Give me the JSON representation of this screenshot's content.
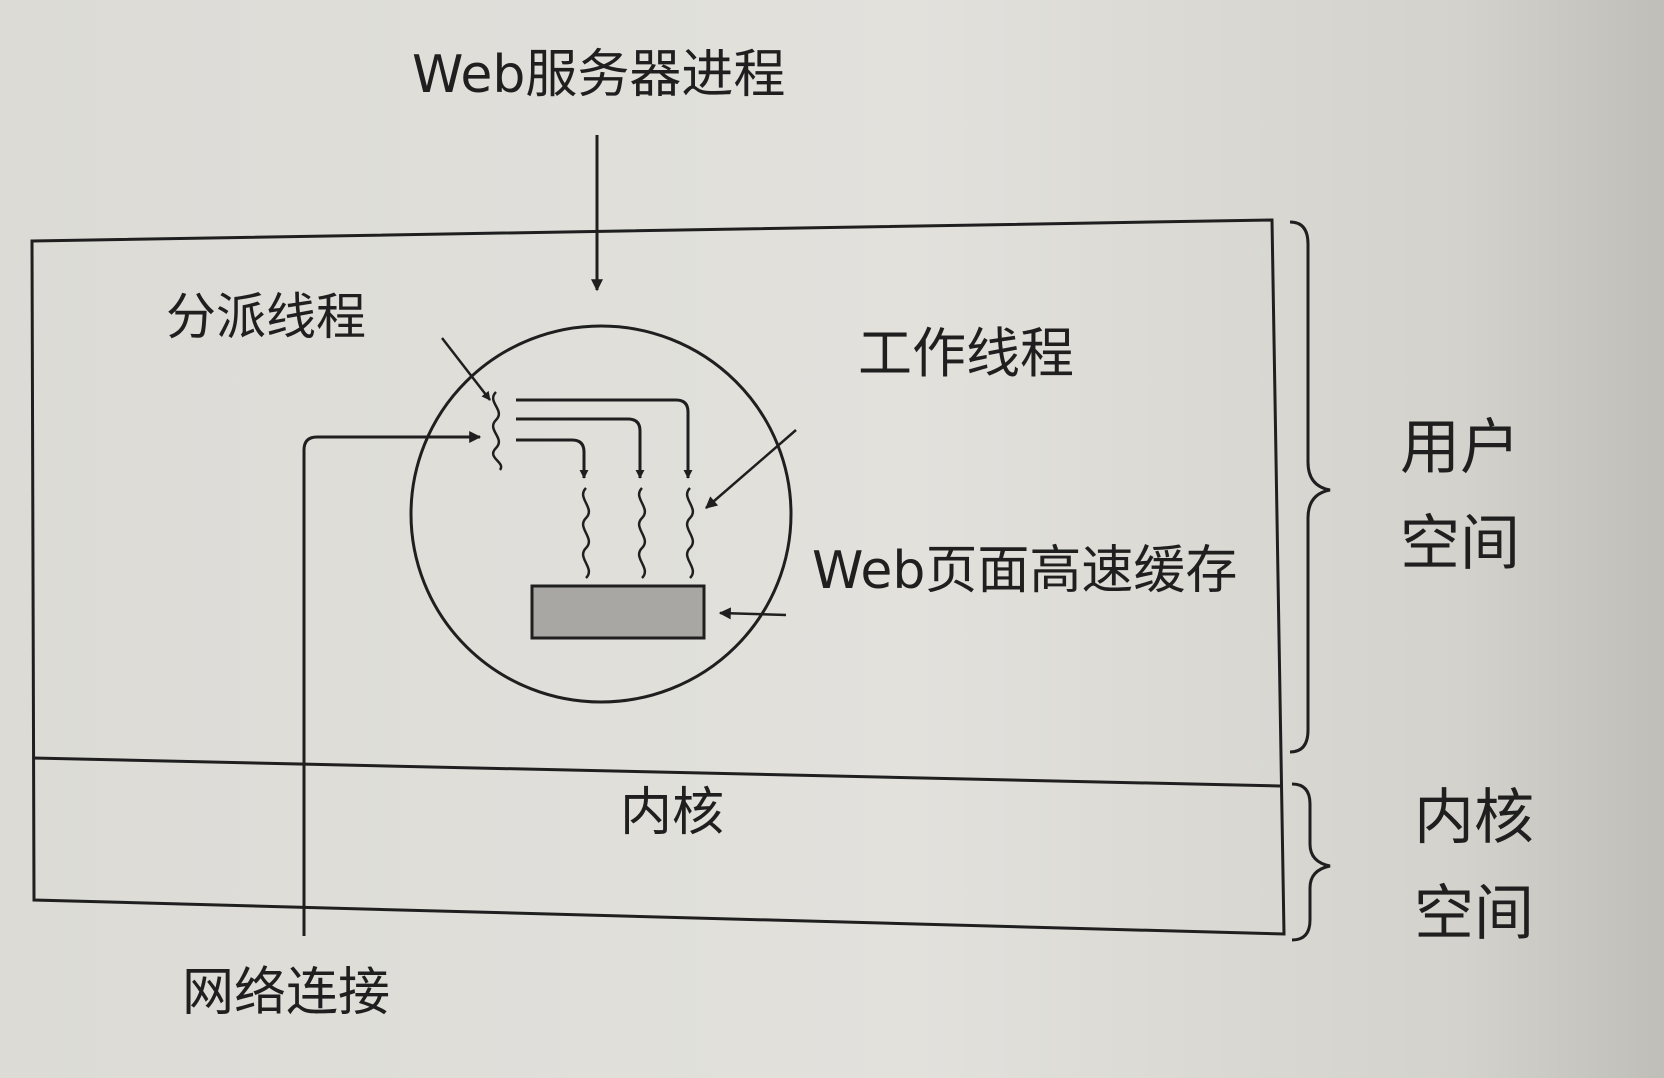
{
  "diagram": {
    "labels": {
      "web_server_process": "Web服务器进程",
      "dispatcher_thread": "分派线程",
      "worker_thread": "工作线程",
      "web_page_cache": "Web页面高速缓存",
      "kernel": "内核",
      "network_connection": "网络连接",
      "user_space_line1": "用户",
      "user_space_line2": "空间",
      "kernel_space_line1": "内核",
      "kernel_space_line2": "空间"
    },
    "colors": {
      "ink": "#1f1f1f",
      "cache_fill": "#a9a7a3",
      "paper": "#dcdbd6"
    }
  }
}
